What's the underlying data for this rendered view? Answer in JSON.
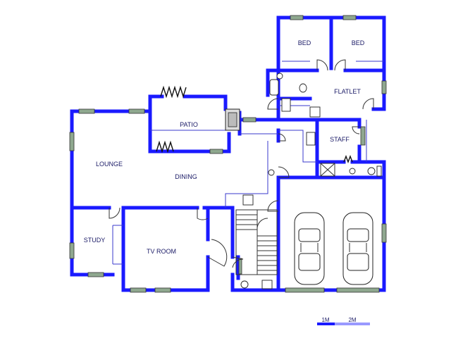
{
  "rooms": {
    "bed_1": "BED",
    "bed_2": "BED",
    "flatlet": "FLATLET",
    "patio": "PATIO",
    "staff": "STAFF",
    "lounge": "LOUNGE",
    "dining": "DINING",
    "study": "STUDY",
    "tv_room": "TV ROOM"
  },
  "scale_bar": {
    "label_1": "1M",
    "label_2": "2M"
  },
  "colors": {
    "wall": "#1a1aff",
    "scale_dark": "#1a1aff",
    "scale_light": "#9999ff"
  }
}
